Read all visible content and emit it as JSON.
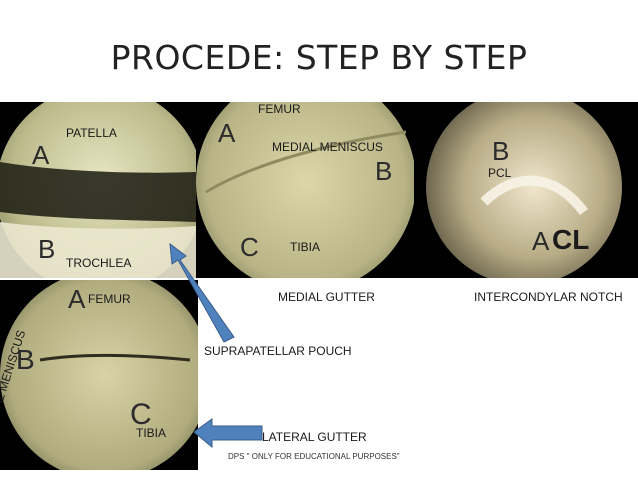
{
  "slide": {
    "title": "PROCEDE: STEP BY STEP",
    "footer": "DPS \" ONLY FOR EDUCATIONAL PURPOSES\""
  },
  "panel1": {
    "labels": {
      "patella": "PATELLA",
      "trochlea": "TROCHLEA"
    },
    "letters": {
      "a": "A",
      "b": "B"
    }
  },
  "panel2": {
    "labels": {
      "femur": "FEMUR",
      "medial_meniscus": "MEDIAL MENISCUS",
      "tibia": "TIBIA"
    },
    "letters": {
      "a": "A",
      "b": "B",
      "c": "C"
    }
  },
  "panel3": {
    "labels": {
      "pcl": "PCL",
      "acl": "CL"
    },
    "letters": {
      "a": "A",
      "b": "B"
    }
  },
  "panel4": {
    "labels": {
      "femur": "FEMUR",
      "tibia": "TIBIA",
      "lateral_meniscus": "LATERAL MENISCUS"
    },
    "letters": {
      "a": "A",
      "b": "B",
      "c": "C"
    }
  },
  "captions": {
    "medial_gutter": "MEDIAL GUTTER",
    "intercondylar_notch": "INTERCONDYLAR NOTCH",
    "suprapatellar_pouch": "SUPRAPATELLAR POUCH",
    "lateral_gutter": "LATERAL GUTTER"
  },
  "colors": {
    "arrow": "#4f81bd",
    "arrow_edge": "#385d8a"
  }
}
